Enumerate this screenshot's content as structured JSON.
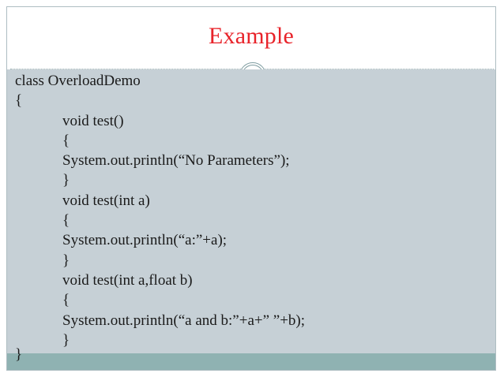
{
  "slide": {
    "title": "Example",
    "title_color": "#e8232a",
    "code_panel_bg": "#c6d0d6",
    "bottom_bar_color": "#8fb2b2",
    "border_color": "#aebdc2",
    "ornament": "double-circle-ornament",
    "code_lines": [
      {
        "text": "class OverloadDemo",
        "indent": false
      },
      {
        "text": "{",
        "indent": false
      },
      {
        "text": "void test()",
        "indent": true
      },
      {
        "text": "{",
        "indent": true
      },
      {
        "text": "System.out.println(“No Parameters”);",
        "indent": true
      },
      {
        "text": "}",
        "indent": true
      },
      {
        "text": "void test(int a)",
        "indent": true
      },
      {
        "text": "{",
        "indent": true
      },
      {
        "text": "System.out.println(“a:”+a);",
        "indent": true
      },
      {
        "text": "}",
        "indent": true
      },
      {
        "text": "void test(int a,float b)",
        "indent": true
      },
      {
        "text": "{",
        "indent": true
      },
      {
        "text": "System.out.println(“a and b:”+a+” ”+b);",
        "indent": true
      },
      {
        "text": "}",
        "indent": true
      }
    ],
    "closing_brace": "}"
  }
}
